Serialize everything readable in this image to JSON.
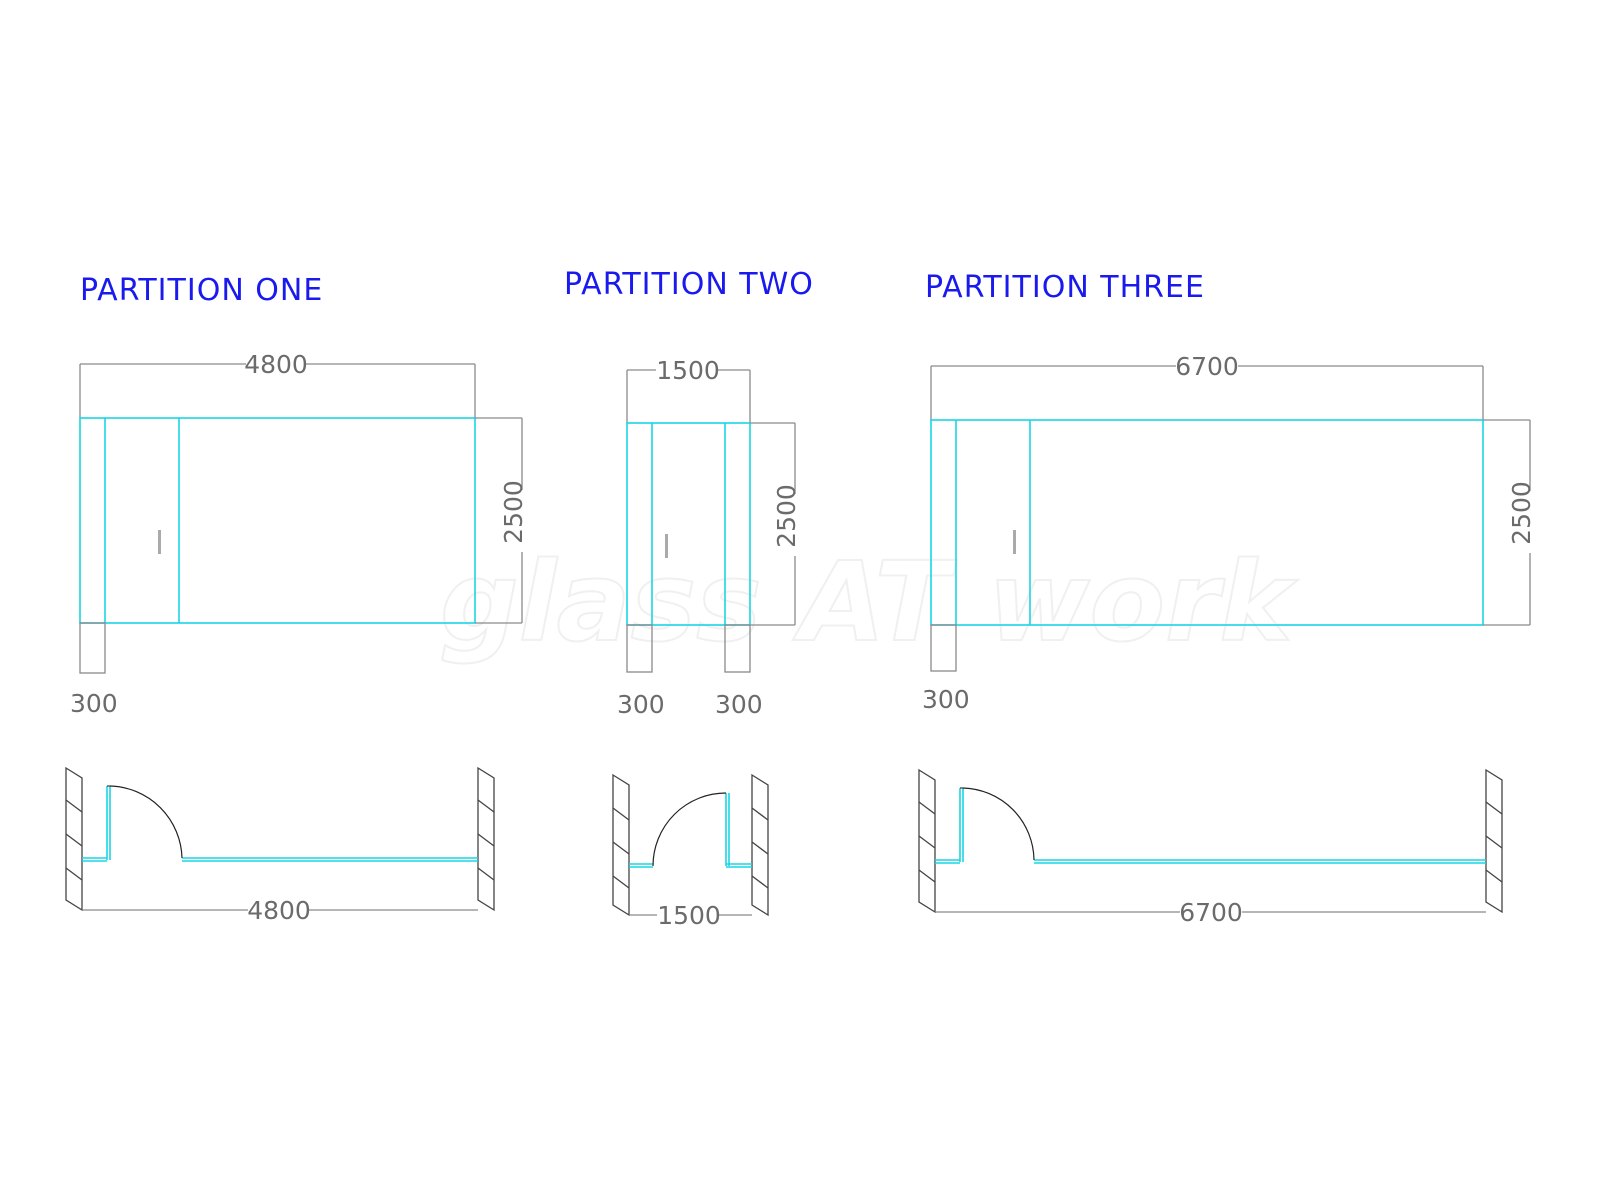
{
  "watermark": "glass AT work",
  "partitions": [
    {
      "title": "PARTITION ONE",
      "width_label": "4800",
      "height_label": "2500",
      "return_labels": [
        "300"
      ],
      "plan_width_label": "4800"
    },
    {
      "title": "PARTITION TWO",
      "width_label": "1500",
      "height_label": "2500",
      "return_labels": [
        "300",
        "300"
      ],
      "plan_width_label": "1500"
    },
    {
      "title": "PARTITION THREE",
      "width_label": "6700",
      "height_label": "2500",
      "return_labels": [
        "300"
      ],
      "plan_width_label": "6700"
    }
  ],
  "colors": {
    "title": "#1a1aee",
    "glass_line": "#19d6e6",
    "dimension_line": "#8a8a8a",
    "dimension_text": "#6b6b6b"
  }
}
